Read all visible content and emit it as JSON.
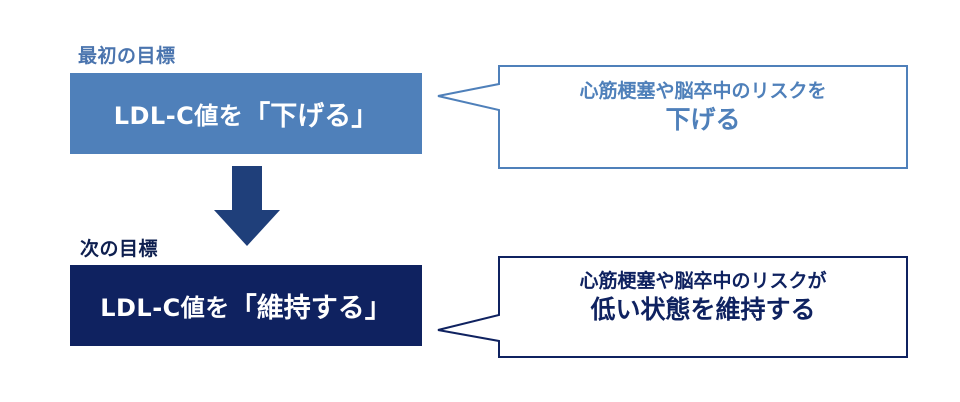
{
  "step1": {
    "label": "最初の目標",
    "box_prefix": "LDL-C値を",
    "box_emphasis": "「下げる」",
    "callout_line1": "心筋梗塞や脳卒中のリスクを",
    "callout_line2": "下げる"
  },
  "step2": {
    "label": "次の目標",
    "box_prefix": "LDL-C値を",
    "box_emphasis": "「維持する」",
    "callout_line1": "心筋梗塞や脳卒中のリスクが",
    "callout_line2": "低い状態を維持する"
  },
  "colors": {
    "step1_label": "#4a74ae",
    "step1_box": "#4f80ba",
    "step1_callout_text": "#4f80ba",
    "step1_callout_border": "#4f80ba",
    "arrow": "#1f3f7a",
    "step2_label": "#0e1f4f",
    "step2_box": "#0f2260",
    "step2_callout_text": "#0f2260",
    "step2_callout_border": "#0f2260"
  }
}
